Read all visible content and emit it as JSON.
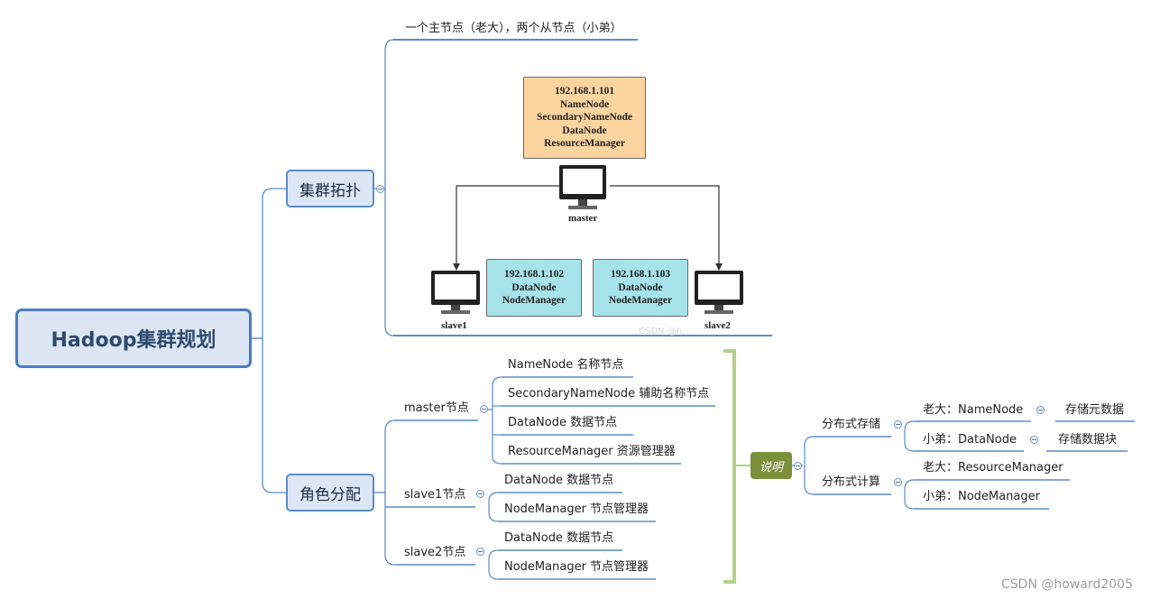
{
  "root": {
    "label": "Hadoop集群规划"
  },
  "topology": {
    "label": "集群拓扑",
    "caption": "一个主节点（老大），两个从节点（小弟）",
    "master": {
      "box_lines": [
        "192.168.1.101",
        "NameNode",
        "SecondaryNameNode",
        "DataNode",
        "ResourceManager"
      ],
      "name": "master"
    },
    "slave1": {
      "box_lines": [
        "192.168.1.102",
        "DataNode",
        "NodeManager"
      ],
      "name": "slave1"
    },
    "slave2": {
      "box_lines": [
        "192.168.1.103",
        "DataNode",
        "NodeManager"
      ],
      "name": "slave2"
    },
    "faded_text": "CSDN @h..."
  },
  "roles": {
    "label": "角色分配",
    "groups": [
      {
        "label": "master节点",
        "items": [
          "NameNode 名称节点",
          "SecondaryNameNode 辅助名称节点",
          "DataNode 数据节点",
          "ResourceManager 资源管理器"
        ]
      },
      {
        "label": "slave1节点",
        "items": [
          "DataNode 数据节点",
          "NodeManager 节点管理器"
        ]
      },
      {
        "label": "slave2节点",
        "items": [
          "DataNode 数据节点",
          "NodeManager 节点管理器"
        ]
      }
    ]
  },
  "note": {
    "label": "说明",
    "storage": {
      "label": "分布式存储",
      "boss": {
        "label": "老大：NameNode",
        "detail": "存储元数据"
      },
      "worker": {
        "label": "小弟：DataNode",
        "detail": "存储数据块"
      }
    },
    "compute": {
      "label": "分布式计算",
      "boss": {
        "label": "老大：ResourceManager"
      },
      "worker": {
        "label": "小弟：NodeManager"
      }
    }
  },
  "watermark": "CSDN @howard2005",
  "colors": {
    "branch_blue": "#5b8bc9",
    "bracket_green": "#b7cf8a",
    "note_olive": "#7c8f3a",
    "master_box": "#fcd4a0",
    "slave_box": "#a6e3ea"
  },
  "icons": [
    "monitor-icon",
    "collapse-icon"
  ]
}
